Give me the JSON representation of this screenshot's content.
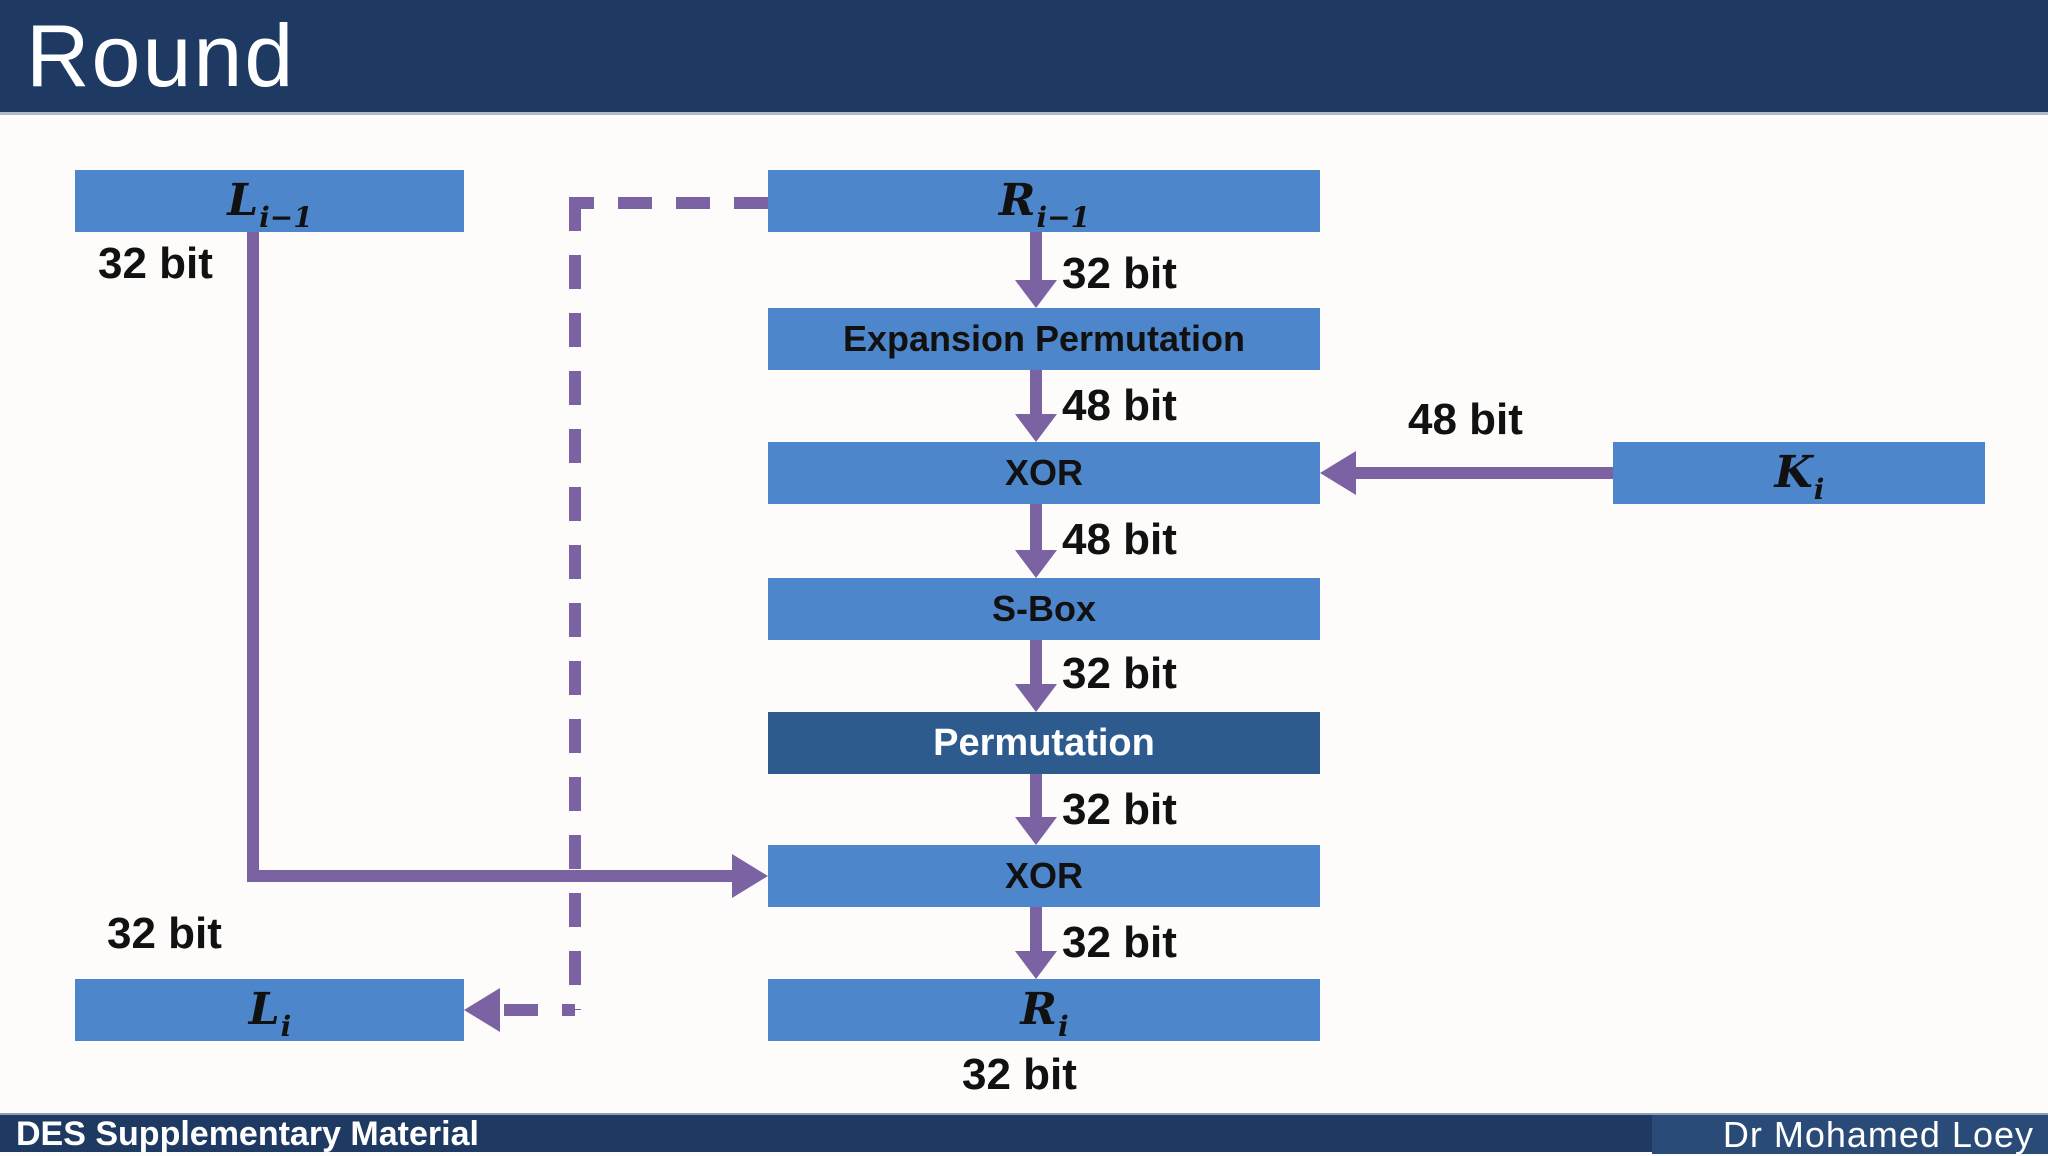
{
  "header": {
    "title": "Round"
  },
  "footer": {
    "left": "DES Supplementary Material",
    "right": "Dr Mohamed Loey"
  },
  "diagram": {
    "boxes": {
      "l_prev": {
        "base": "L",
        "sub": "i−1"
      },
      "r_prev": {
        "base": "R",
        "sub": "i−1"
      },
      "expansion": {
        "label": "Expansion Permutation"
      },
      "xor1": {
        "label": "XOR"
      },
      "sbox": {
        "label": "S-Box"
      },
      "permutation": {
        "label": "Permutation"
      },
      "xor2": {
        "label": "XOR"
      },
      "l_i": {
        "base": "L",
        "sub": "i"
      },
      "r_i": {
        "base": "R",
        "sub": "i"
      },
      "k_i": {
        "base": "K",
        "sub": "i"
      }
    },
    "bit_labels": {
      "l_prev_out": "32 bit",
      "r_prev_out": "32 bit",
      "expansion_out": "48 bit",
      "key_in": "48 bit",
      "xor1_out": "48 bit",
      "sbox_out": "32 bit",
      "permutation_out": "32 bit",
      "xor2_out": "32 bit",
      "r_i_out": "32 bit",
      "l_i_in": "32 bit"
    }
  },
  "colors": {
    "navy": "#1e3a63",
    "navy_light": "#2a4a78",
    "box_blue": "#4e86cb",
    "box_dark_blue": "#2e5b8e",
    "arrow_purple": "#7b62a3",
    "text_black": "#111111",
    "slide_bg": "#fdfcfb"
  }
}
